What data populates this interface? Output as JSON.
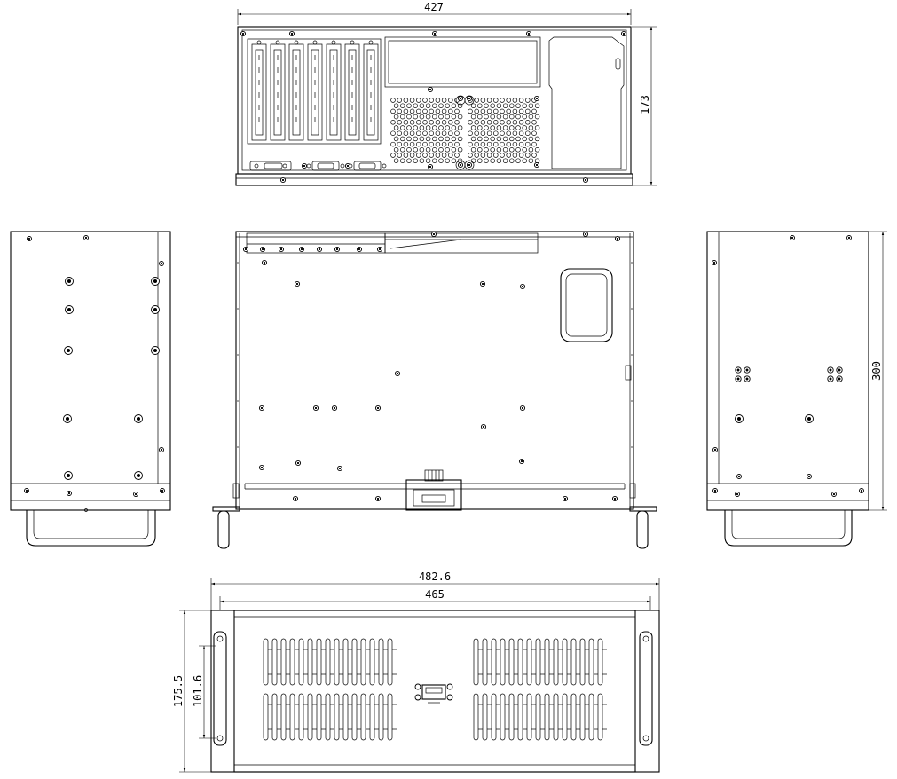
{
  "drawing": {
    "colors": {
      "line": "#000000",
      "background": "#ffffff"
    },
    "top_view": {
      "width_label": "427",
      "height_label": "173"
    },
    "right_view": {
      "depth_label": "300"
    },
    "front_view": {
      "overall_width_label": "482.6",
      "body_width_label": "465",
      "overall_height_label": "175.5",
      "handle_spacing_label": "101.6"
    },
    "expansion_slot_count": 7
  }
}
